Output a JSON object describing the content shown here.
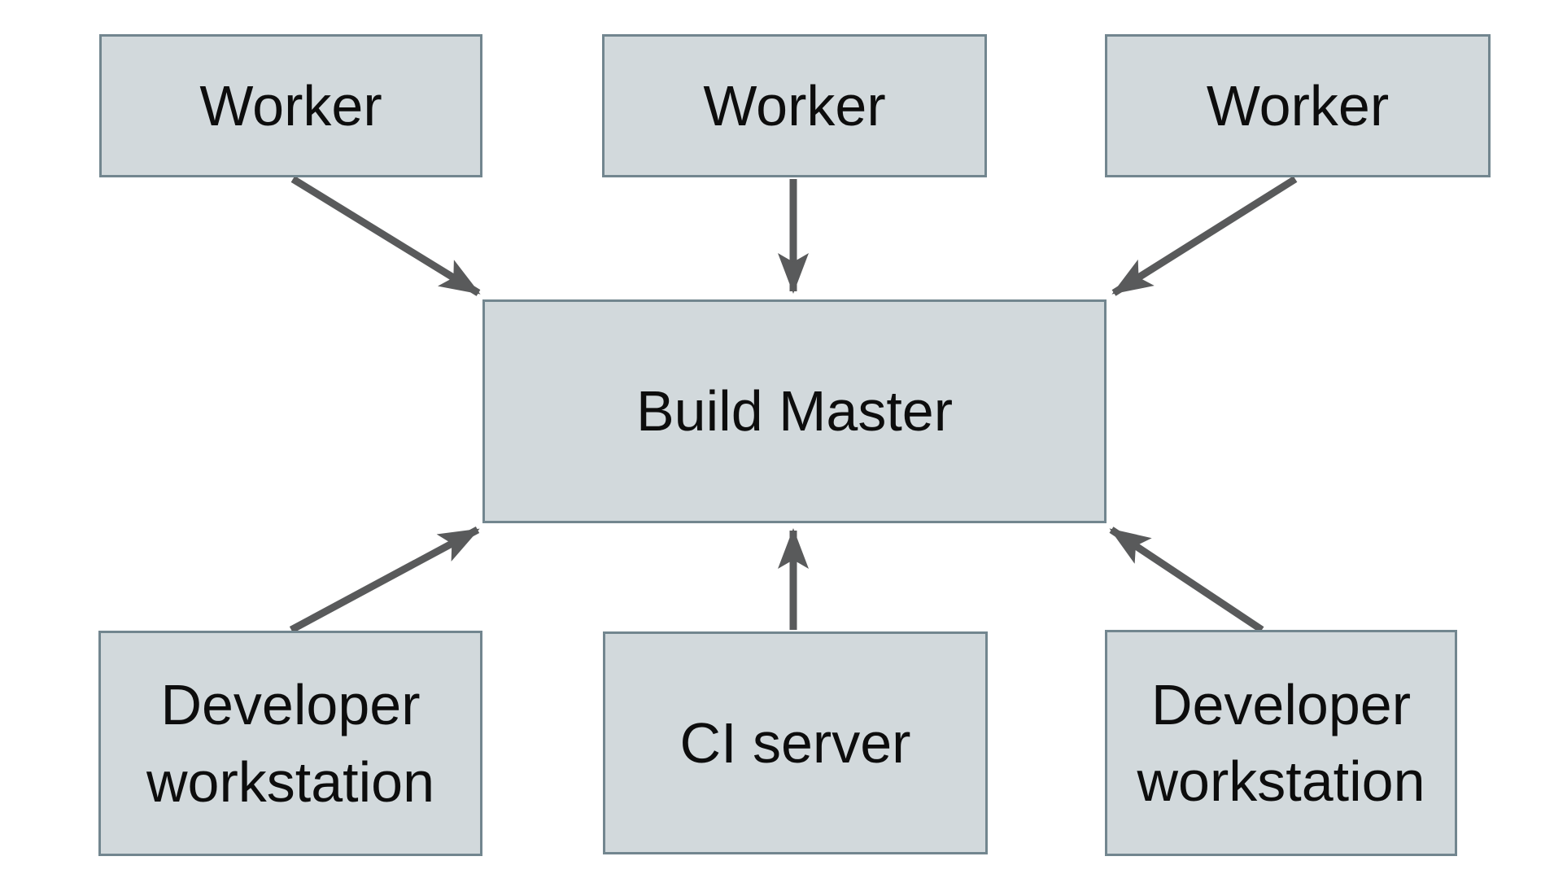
{
  "diagram": {
    "type": "architecture-diagram",
    "colors": {
      "background": "#ffffff",
      "box_fill": "#d2d9dc",
      "box_border": "#72868f",
      "arrow": "#595a5b",
      "text": "#0d0d0d"
    },
    "nodes": [
      {
        "id": "worker-1",
        "label": "Worker"
      },
      {
        "id": "worker-2",
        "label": "Worker"
      },
      {
        "id": "worker-3",
        "label": "Worker"
      },
      {
        "id": "build-master",
        "label": "Build Master"
      },
      {
        "id": "developer-workstation-left",
        "label": "Developer workstation"
      },
      {
        "id": "ci-server",
        "label": "CI server"
      },
      {
        "id": "developer-workstation-right",
        "label": "Developer workstation"
      }
    ],
    "edges": [
      {
        "from": "worker-1",
        "to": "build-master",
        "arrowhead": "stealth"
      },
      {
        "from": "worker-2",
        "to": "build-master",
        "arrowhead": "stealth"
      },
      {
        "from": "worker-3",
        "to": "build-master",
        "arrowhead": "stealth"
      },
      {
        "from": "developer-workstation-left",
        "to": "build-master",
        "arrowhead": "stealth"
      },
      {
        "from": "ci-server",
        "to": "build-master",
        "arrowhead": "stealth"
      },
      {
        "from": "developer-workstation-right",
        "to": "build-master",
        "arrowhead": "stealth"
      }
    ]
  }
}
